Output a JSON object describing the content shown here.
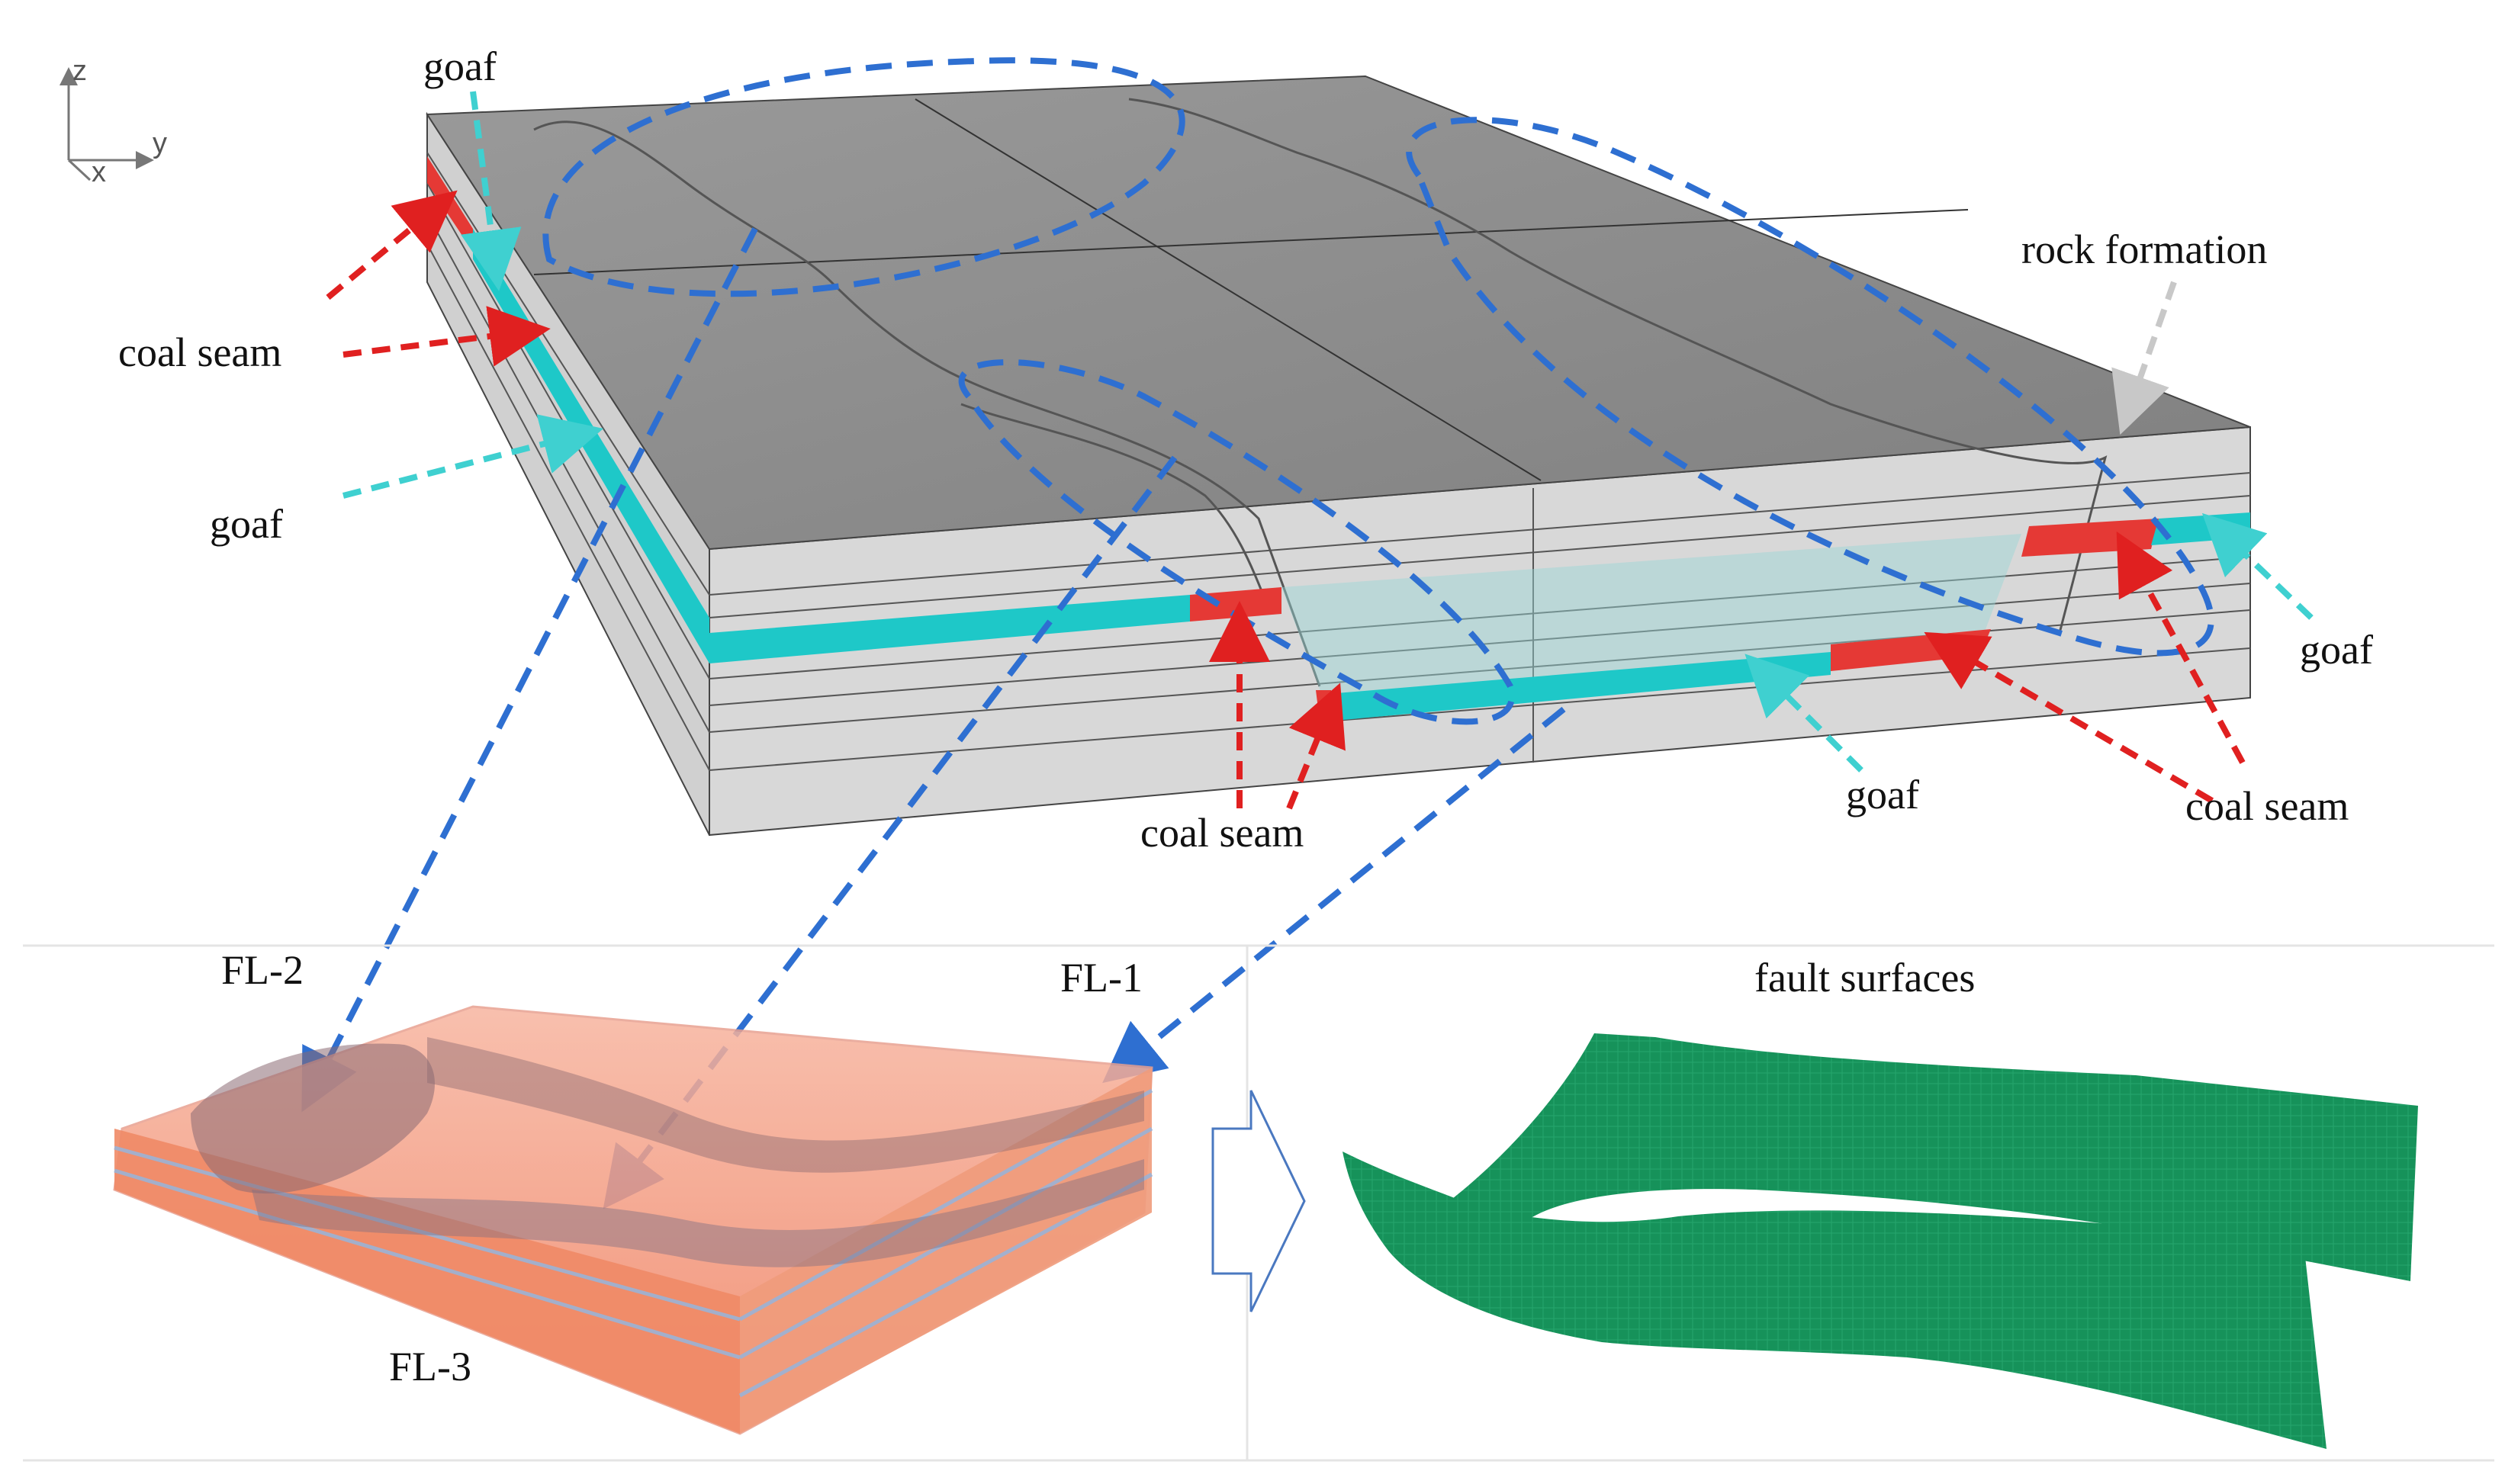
{
  "axes": {
    "z": "z",
    "x": "x",
    "y": "y"
  },
  "labels": {
    "goaf_top": "goaf",
    "coal_seam_left": "coal seam",
    "goaf_left": "goaf",
    "rock_formation": "rock formation",
    "goaf_right": "goaf",
    "goaf_bottom": "goaf",
    "coal_seam_right": "coal seam",
    "coal_seam_center": "coal seam",
    "fl2": "FL-2",
    "fl1": "FL-1",
    "fl3": "FL-3",
    "fault_surfaces": "fault surfaces"
  },
  "colors": {
    "coal": "#e53935",
    "goaf": "#1ec8c8",
    "rock_top": "#8a8a8a",
    "rock_side": "#d4d4d4",
    "callout_blue": "#2e6fd1",
    "arrow_red": "#e02020",
    "arrow_cyan": "#3fd0d0",
    "arrow_grey": "#c8c8c8",
    "fault_green": "#16925a",
    "strata_orange": "#f28a6a"
  }
}
